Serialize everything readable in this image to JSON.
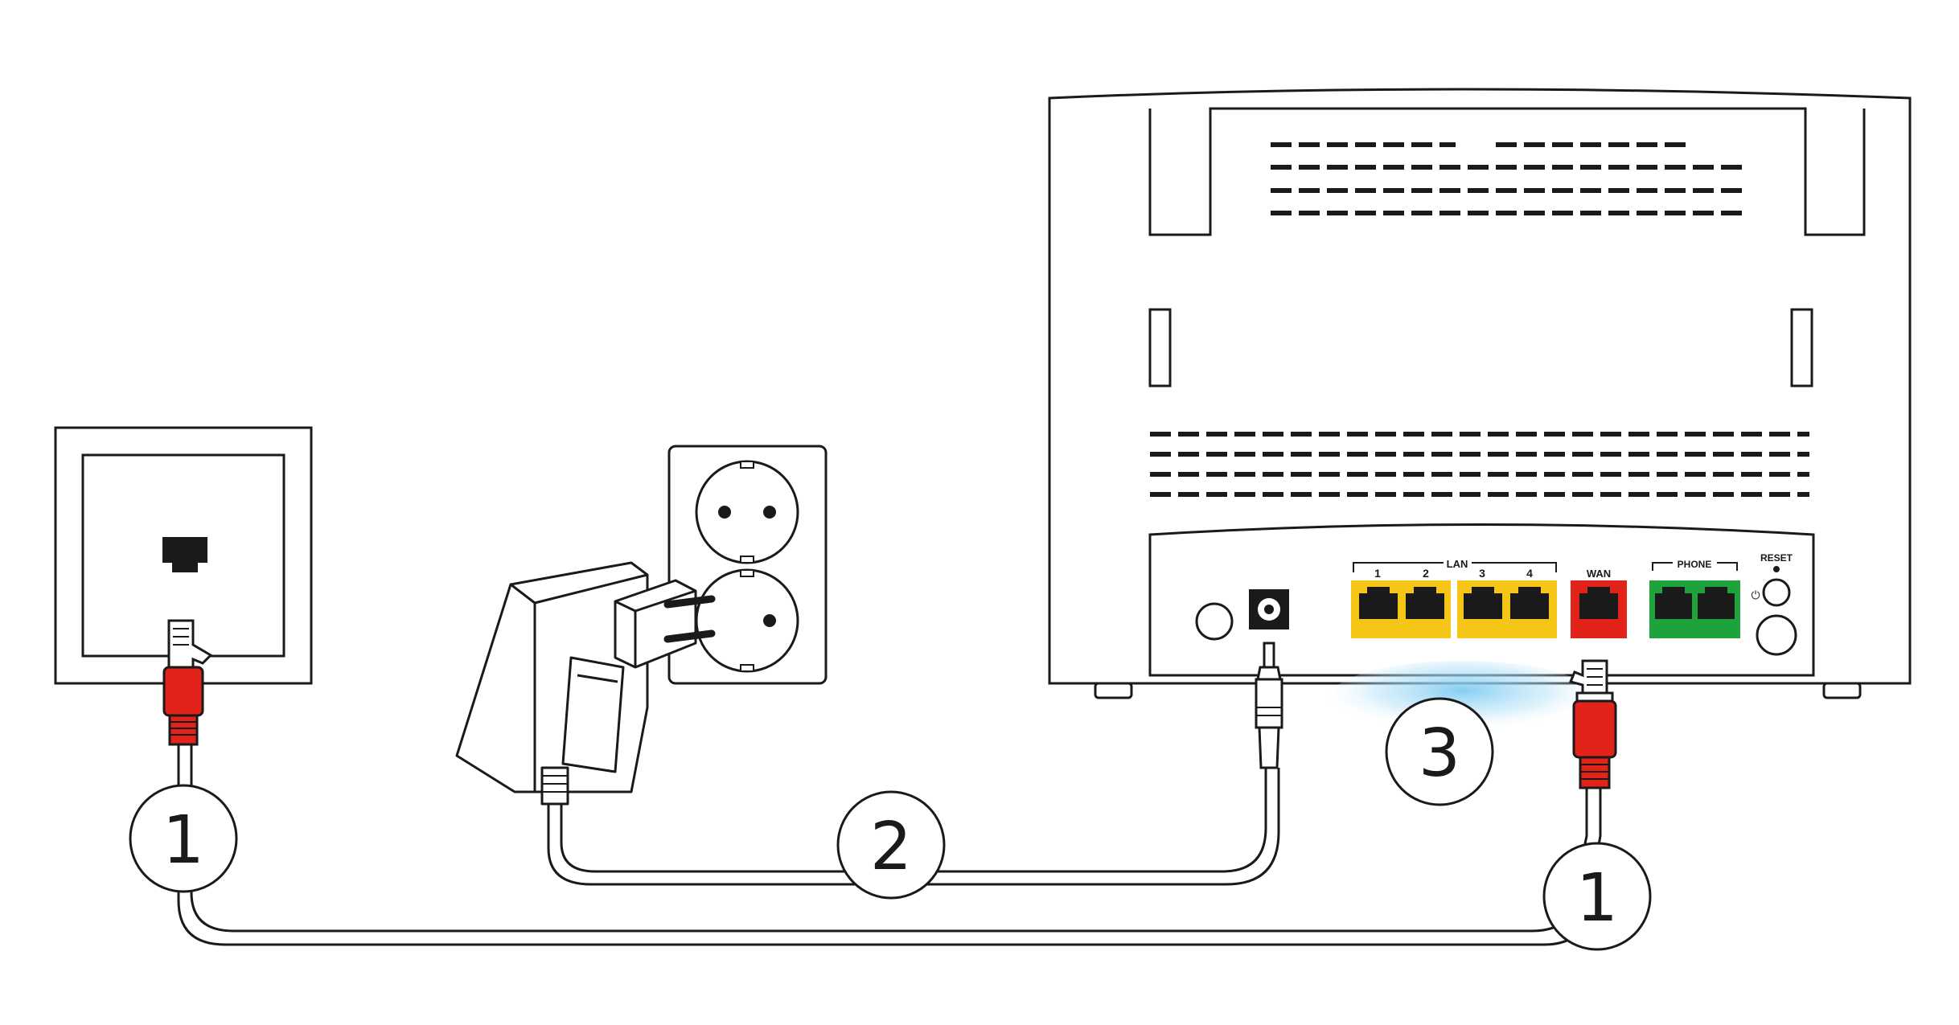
{
  "router": {
    "lan_group_label": "LAN",
    "lan_ports": [
      {
        "label": "1",
        "color": "#f5c518"
      },
      {
        "label": "2",
        "color": "#f5c518"
      },
      {
        "label": "3",
        "color": "#f5c518"
      },
      {
        "label": "4",
        "color": "#f5c518"
      }
    ],
    "wan_label": "WAN",
    "wan_color": "#e2231a",
    "phone_label": "PHONE",
    "phone_color": "#1da23c",
    "reset_label": "RESET",
    "power_symbol": "⏻"
  },
  "steps": {
    "step1_left": "1",
    "step1_right": "1",
    "step2": "2",
    "step3": "3"
  },
  "colors": {
    "cable_red": "#e2231a",
    "highlight_glow": "#7ecbf2",
    "outline": "#1a1a1a"
  },
  "icons": {
    "wall_jack": "rj45-jack-icon",
    "socket": "schuko-socket-icon",
    "adapter": "power-adapter-icon",
    "router": "router-back-icon"
  }
}
